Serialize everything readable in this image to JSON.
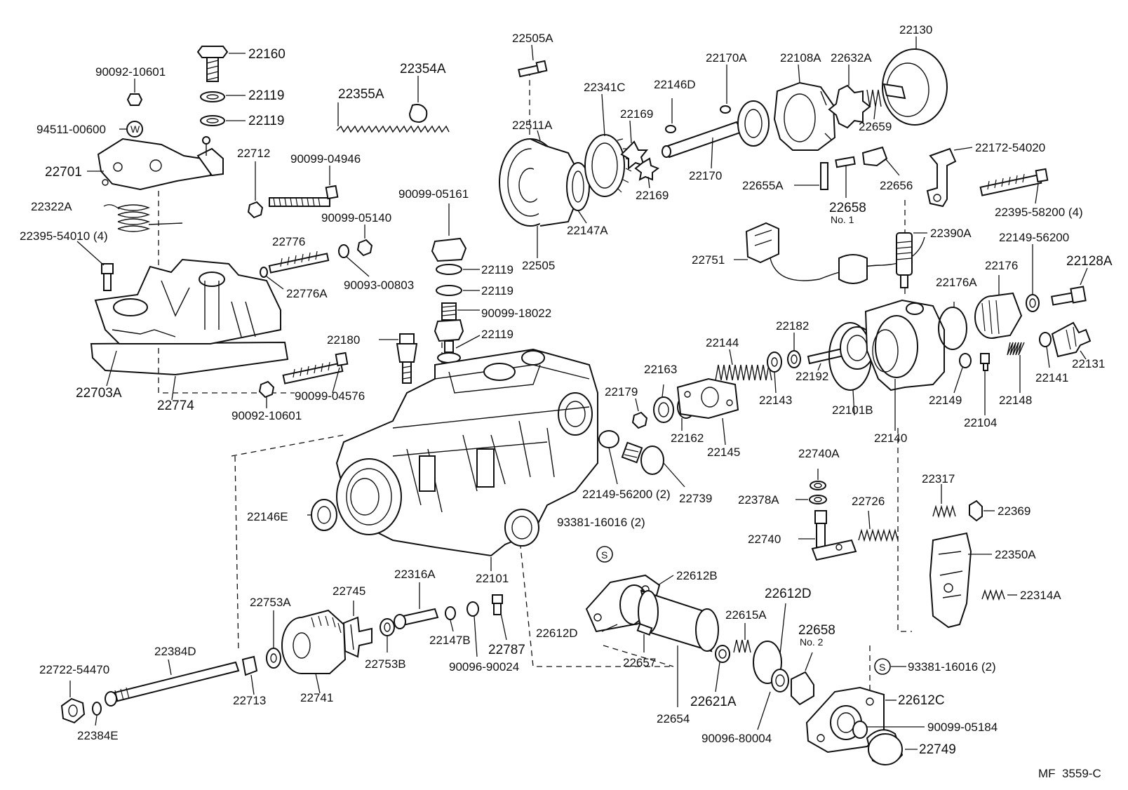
{
  "labels": {
    "l22160": "22160",
    "l22119a": "22119",
    "l22119b": "22119",
    "l90092_10601a": "90092-10601",
    "l94511": "94511-00600",
    "lW": "W",
    "l22701": "22701",
    "l22322A": "22322A",
    "l22395_54010": "22395-54010 (4)",
    "l22355A": "22355A",
    "l22354A": "22354A",
    "l22712": "22712",
    "l90099_04946": "90099-04946",
    "l90099_05140": "90099-05140",
    "l22776": "22776",
    "l22776A": "22776A",
    "l90093_00803": "90093-00803",
    "l22703A": "22703A",
    "l22774": "22774",
    "l90092_10601b": "90092-10601",
    "l90099_04576": "90099-04576",
    "l22505A": "22505A",
    "l22511A": "22511A",
    "l22505": "22505",
    "l22341C": "22341C",
    "l22147A": "22147A",
    "l22169a": "22169",
    "l22169b": "22169",
    "l22146D": "22146D",
    "l22170A": "22170A",
    "l22170": "22170",
    "l22108A": "22108A",
    "l22632A": "22632A",
    "l22130": "22130",
    "l22659": "22659",
    "l22655A": "22655A",
    "l22658a": "22658",
    "lNo1": "No. 1",
    "l22656": "22656",
    "l22172_54020": "22172-54020",
    "l22395_58200": "22395-58200 (4)",
    "l90099_05161": "90099-05161",
    "l22119c": "22119",
    "l22119d": "22119",
    "l90099_18022": "90099-18022",
    "l22119e": "22119",
    "l22180": "22180",
    "l22390A": "22390A",
    "l22751": "22751",
    "l22149_56200a": "22149-56200",
    "l22128A": "22128A",
    "l22176A": "22176A",
    "l22176": "22176",
    "l22182": "22182",
    "l22144": "22144",
    "l22163": "22163",
    "l22179": "22179",
    "l22143": "22143",
    "l22192": "22192",
    "l22101B": "22101B",
    "l22162": "22162",
    "l22145": "22145",
    "l22140": "22140",
    "l22149": "22149",
    "l22104": "22104",
    "l22148": "22148",
    "l22141": "22141",
    "l22131": "22131",
    "l22740A": "22740A",
    "l22378A": "22378A",
    "l22726": "22726",
    "l22317": "22317",
    "l22369": "22369",
    "l22740": "22740",
    "l22350A": "22350A",
    "l22314A": "22314A",
    "l22149_56200b": "22149-56200 (2)",
    "l22739": "22739",
    "l93381_16016a": "93381-16016 (2)",
    "lSa": "S",
    "l22146E": "22146E",
    "l22101": "22101",
    "l22612B": "22612B",
    "l22612Da": "22612D",
    "l22612Db": "22612D",
    "l22615A": "22615A",
    "l22658b": "22658",
    "lNo2": "No. 2",
    "l22753A": "22753A",
    "l22745": "22745",
    "l22316A": "22316A",
    "l22147B": "22147B",
    "l22787": "22787",
    "l22753B": "22753B",
    "l90096_90024": "90096-90024",
    "l22384D": "22384D",
    "l22722_54470": "22722-54470",
    "l22713": "22713",
    "l22741": "22741",
    "l22384E": "22384E",
    "l22657": "22657",
    "l22654": "22654",
    "l22621A": "22621A",
    "l90096_80004": "90096-80004",
    "lSb": "S",
    "l93381_16016b": "93381-16016 (2)",
    "l22612C": "22612C",
    "l90099_05184": "90099-05184",
    "l22749": "22749",
    "lMF": "MF  3559-C"
  }
}
